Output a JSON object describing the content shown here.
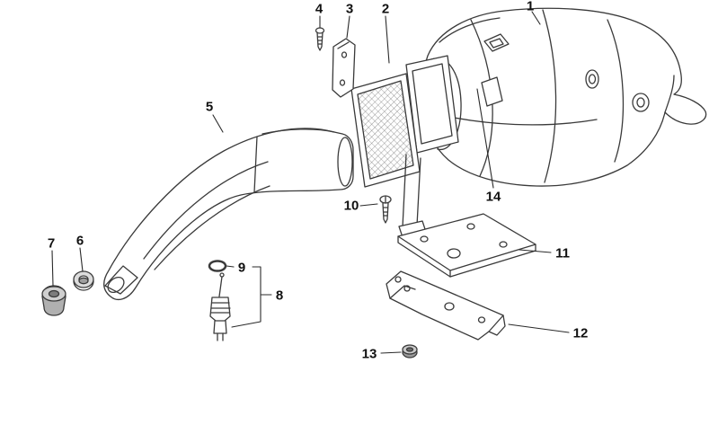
{
  "diagram": {
    "background_color": "#ffffff",
    "line_color": "#3a3a3a",
    "callouts": [
      {
        "number": "1"
      },
      {
        "number": "2"
      },
      {
        "number": "3"
      },
      {
        "number": "4"
      },
      {
        "number": "5"
      },
      {
        "number": "6"
      },
      {
        "number": "7"
      },
      {
        "number": "8"
      },
      {
        "number": "9"
      },
      {
        "number": "10"
      },
      {
        "number": "11"
      },
      {
        "number": "12"
      },
      {
        "number": "13"
      },
      {
        "number": "14"
      }
    ]
  }
}
